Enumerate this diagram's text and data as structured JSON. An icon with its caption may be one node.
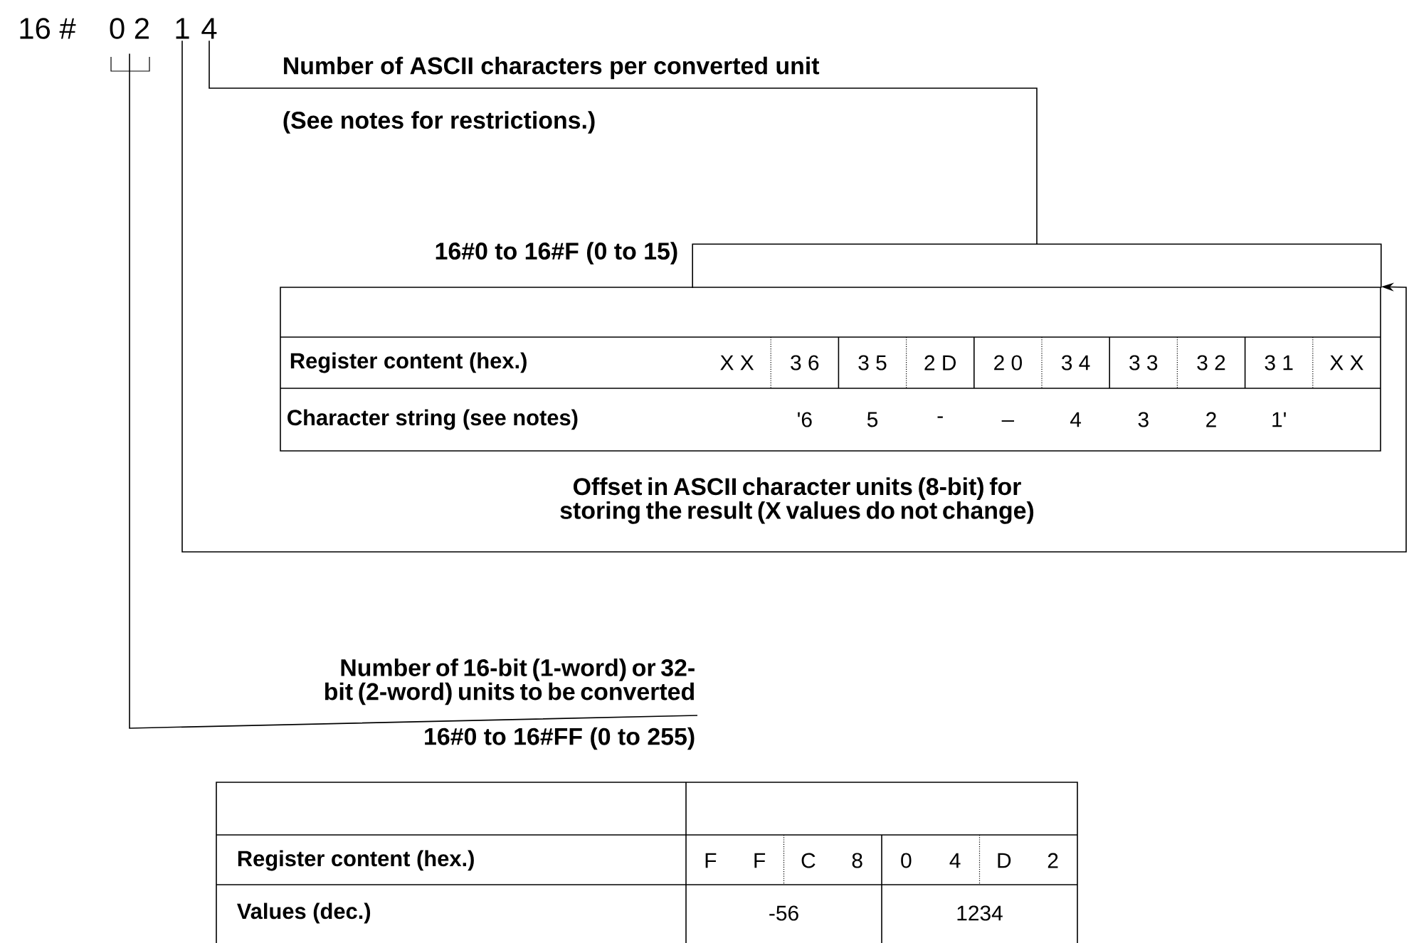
{
  "diagram": {
    "nodes": [
      {
        "text": [
          "16 #"
        ]
      },
      {
        "text": [
          "0 2"
        ]
      },
      {
        "text": [
          "1"
        ]
      },
      {
        "text": [
          "4"
        ]
      },
      {
        "text": [],
        "shape": "bracket",
        "beside": [
          "16#0 to 16#F (0 to 15)"
        ]
      },
      {
        "text": [
          "Register content (hex.)",
          "X X",
          "3 6",
          "3 5",
          "2 D",
          "2 0",
          "3 4",
          "3 3",
          "3 2",
          "3 1",
          "X X",
          "Character string (see notes)",
          "'6",
          "5",
          "-",
          "_",
          "4",
          "3",
          "2",
          "1'"
        ]
      },
      {
        "text": [
          "Number of 16-bit (1-word) or 32-bit (2-word) units to be converted"
        ],
        "beside": [
          "16#0 to 16#FF (0 to 255)"
        ]
      },
      {
        "text": [
          "Register content (hex.)",
          "F",
          "F",
          "C",
          "8",
          "0",
          "4",
          "D",
          "2",
          "Values (dec.)",
          "-56",
          "1234"
        ]
      }
    ],
    "edges": [
      {
        "from": 3,
        "to": 4,
        "arrow": "none",
        "label": "Number of ASCII characters per converted unit"
      },
      {
        "from": 2,
        "to": 5,
        "arrow": "to",
        "label": "Offset in ASCII character units (8-bit) for storing the result (X values do not change)"
      },
      {
        "from": 1,
        "to": 6,
        "arrow": "none"
      }
    ],
    "labels": [
      "(See notes for restrictions.)"
    ]
  }
}
